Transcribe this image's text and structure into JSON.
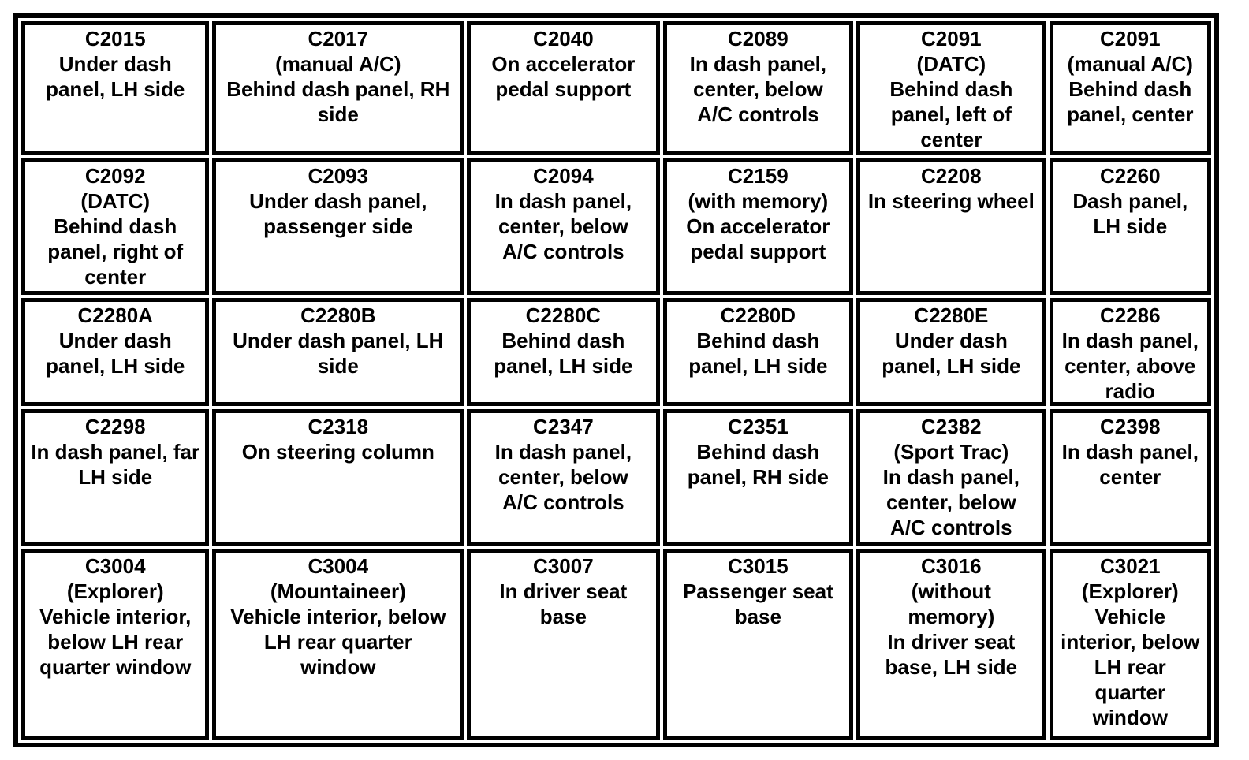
{
  "document": {
    "type": "connector-location-table",
    "colors": {
      "border": "#000000",
      "text": "#000000",
      "background": "#ffffff"
    }
  },
  "table": {
    "columns": 6,
    "rows": [
      {
        "cells": [
          {
            "code": "C2015",
            "location": "Under dash\npanel, LH side"
          },
          {
            "code": "C2017",
            "location": "(manual A/C)\nBehind dash panel, RH\nside"
          },
          {
            "code": "C2040",
            "location": "On accelerator\npedal support"
          },
          {
            "code": "C2089",
            "location": "In dash panel,\ncenter, below\nA/C controls"
          },
          {
            "code": "C2091",
            "location": "(DATC)\nBehind dash\npanel, left of\ncenter"
          },
          {
            "code": "C2091",
            "location": "(manual A/C)\nBehind dash\npanel, center"
          }
        ]
      },
      {
        "cells": [
          {
            "code": "C2092",
            "location": "(DATC)\nBehind dash\npanel, right of\ncenter"
          },
          {
            "code": "C2093",
            "location": "Under dash panel,\npassenger side"
          },
          {
            "code": "C2094",
            "location": "In dash panel,\ncenter, below\nA/C controls"
          },
          {
            "code": "C2159",
            "location": "(with memory)\nOn accelerator\npedal support"
          },
          {
            "code": "C2208",
            "location": "In steering wheel"
          },
          {
            "code": "C2260",
            "location": "Dash panel,\nLH side"
          }
        ]
      },
      {
        "cells": [
          {
            "code": "C2280A",
            "location": "Under dash\npanel, LH side"
          },
          {
            "code": "C2280B",
            "location": "Under dash panel, LH\nside"
          },
          {
            "code": "C2280C",
            "location": "Behind dash\npanel, LH side"
          },
          {
            "code": "C2280D",
            "location": "Behind dash\npanel, LH side"
          },
          {
            "code": "C2280E",
            "location": "Under dash\npanel, LH side"
          },
          {
            "code": "C2286",
            "location": "In dash panel,\ncenter, above\nradio"
          }
        ]
      },
      {
        "cells": [
          {
            "code": "C2298",
            "location": "In dash panel, far\nLH side"
          },
          {
            "code": "C2318",
            "location": "On steering column"
          },
          {
            "code": "C2347",
            "location": "In dash panel,\ncenter, below\nA/C controls"
          },
          {
            "code": "C2351",
            "location": "Behind dash\npanel, RH side"
          },
          {
            "code": "C2382",
            "location": "(Sport Trac)\nIn dash panel,\ncenter, below\nA/C controls"
          },
          {
            "code": "C2398",
            "location": "In dash panel,\ncenter"
          }
        ]
      },
      {
        "cells": [
          {
            "code": "C3004",
            "location": "(Explorer)\nVehicle interior,\nbelow LH rear\nquarter window"
          },
          {
            "code": "C3004",
            "location": "(Mountaineer)\nVehicle interior, below\nLH rear quarter\nwindow"
          },
          {
            "code": "C3007",
            "location": "In driver seat\nbase"
          },
          {
            "code": "C3015",
            "location": "Passenger seat\nbase"
          },
          {
            "code": "C3016",
            "location": "(without\nmemory)\nIn driver seat\nbase, LH side"
          },
          {
            "code": "C3021",
            "location": "(Explorer)\nVehicle\ninterior, below\nLH rear\nquarter\nwindow"
          }
        ]
      }
    ]
  }
}
